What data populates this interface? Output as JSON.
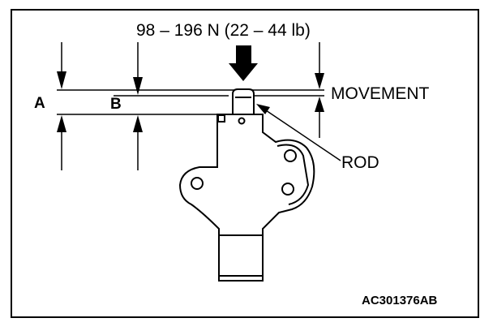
{
  "diagram": {
    "force_label": "98 – 196 N (22 – 44 lb)",
    "movement_label": "MOVEMENT",
    "rod_label": "ROD",
    "dimension_a": "A",
    "dimension_b": "B",
    "figure_code": "AC301376AB"
  },
  "colors": {
    "line": "#000000",
    "background": "#ffffff"
  }
}
